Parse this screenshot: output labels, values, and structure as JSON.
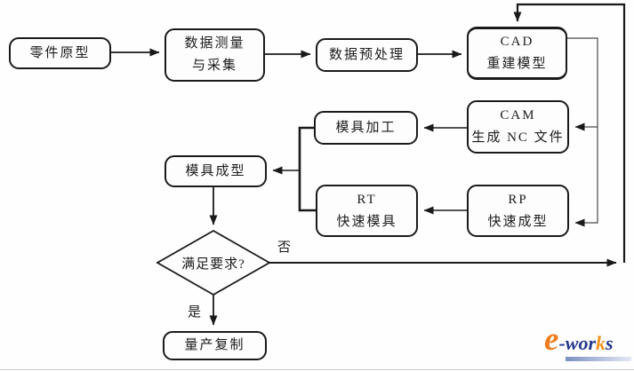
{
  "diagram": {
    "nodes": {
      "part_prototype": {
        "label": "零件原型"
      },
      "data_measurement": {
        "line1": "数据测量",
        "line2": "与采集"
      },
      "data_preprocess": {
        "label": "数据预处理"
      },
      "cad": {
        "line1": "CAD",
        "line2": "重建模型"
      },
      "cam": {
        "line1": "CAM",
        "line2": "生成 NC 文件"
      },
      "mold_machining": {
        "label": "模具加工"
      },
      "mold_forming": {
        "label": "模具成型"
      },
      "rt": {
        "line1": "RT",
        "line2": "快速模具"
      },
      "rp": {
        "line1": "RP",
        "line2": "快速成型"
      },
      "decision": {
        "label": "满足要求?"
      },
      "mass_production": {
        "label": "量产复制"
      }
    },
    "edge_labels": {
      "no": "否",
      "yes": "是"
    },
    "colors": {
      "line": "#1a1a1a",
      "thin_line": "#4a4a4a",
      "box_fill": "#fdfdfd",
      "background": "#fefefe"
    }
  },
  "logo": {
    "e": "e",
    "part1": "-wor",
    "part2": "k",
    "part3": "s"
  }
}
